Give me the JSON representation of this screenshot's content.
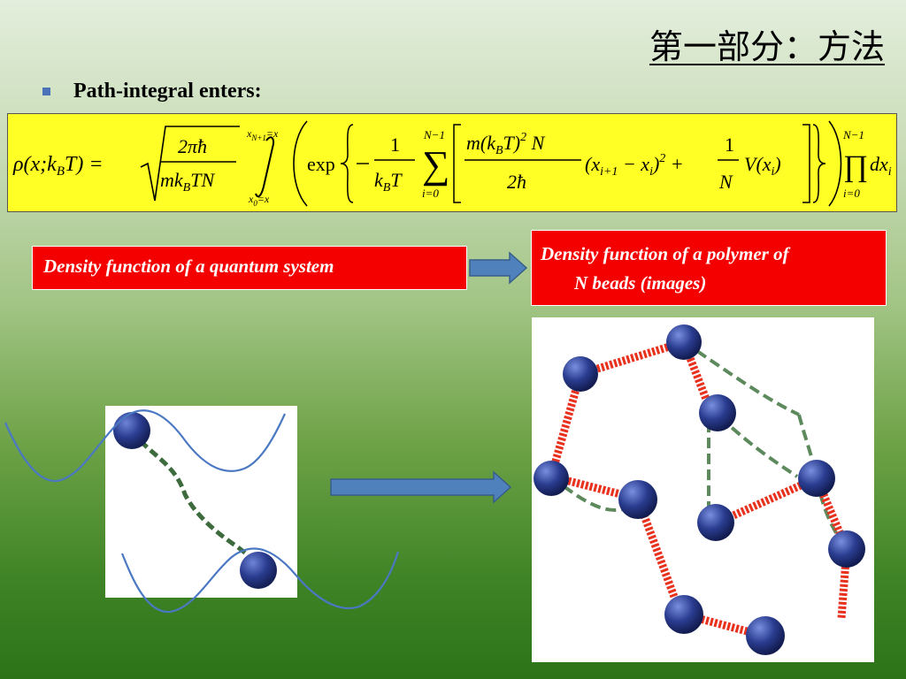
{
  "slide": {
    "title": "第一部分：方法",
    "bullet": "Path-integral enters:",
    "formula": {
      "lhs": "ρ(x;kBT) =",
      "sqrt_num": "2πħ",
      "sqrt_den": "mkBTN",
      "int_upper": "xN+1=x",
      "int_lower": "x0=x",
      "exp": "exp",
      "frac1_num": "1",
      "frac1_den": "kBT",
      "sum_upper": "N−1",
      "sum_lower": "i=0",
      "frac2_num": "m(kBT)2N",
      "frac2_den": "2ħ",
      "diff_term": "(xi+1 − xi)2 +",
      "frac3_num": "1",
      "frac3_den": "N",
      "potential": "V(xi)",
      "prod_upper": "N−1",
      "prod_lower": "i=0",
      "measure": "dxi"
    },
    "label_left": "Density function of a quantum system",
    "label_right_line1": "Density function of a polymer of",
    "label_right_line2": "N beads (images)"
  },
  "colors": {
    "formula_bg": "#ffff26",
    "label_bg": "#f50000",
    "arrow_fill": "#4f81bd",
    "bead": "#2a3c8f",
    "spring": "#e8321e",
    "wave": "#4a78c2"
  }
}
